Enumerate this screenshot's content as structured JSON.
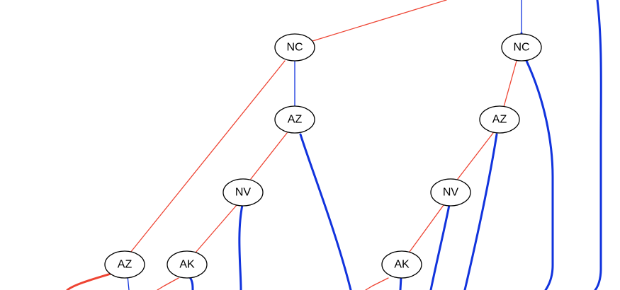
{
  "colors": {
    "red_edge": "#ee4433",
    "blue_edge": "#1133dd",
    "node_stroke": "#000000",
    "node_fill": "#ffffff"
  },
  "nodes": [
    {
      "id": "n1",
      "label": "NC"
    },
    {
      "id": "n2",
      "label": "NC"
    },
    {
      "id": "n3",
      "label": "AZ"
    },
    {
      "id": "n4",
      "label": "AZ"
    },
    {
      "id": "n5",
      "label": "NV"
    },
    {
      "id": "n6",
      "label": "NV"
    },
    {
      "id": "n7",
      "label": "AZ"
    },
    {
      "id": "n8",
      "label": "AK"
    },
    {
      "id": "n9",
      "label": "AK"
    }
  ],
  "edges": [
    {
      "id": "e1",
      "color": "red",
      "weight": "thin"
    },
    {
      "id": "e2",
      "color": "blue",
      "weight": "thin"
    },
    {
      "id": "e3",
      "color": "red",
      "weight": "thin"
    },
    {
      "id": "e4",
      "color": "blue",
      "weight": "thin"
    },
    {
      "id": "e5",
      "color": "red",
      "weight": "thin"
    },
    {
      "id": "e6",
      "color": "blue",
      "weight": "thick"
    },
    {
      "id": "e7",
      "color": "red",
      "weight": "thin"
    },
    {
      "id": "e8",
      "color": "blue",
      "weight": "thick"
    },
    {
      "id": "e9",
      "color": "red",
      "weight": "thin"
    },
    {
      "id": "e10",
      "color": "blue",
      "weight": "thick"
    },
    {
      "id": "e11",
      "color": "red",
      "weight": "thin"
    },
    {
      "id": "e12",
      "color": "blue",
      "weight": "thick"
    },
    {
      "id": "e13",
      "color": "blue",
      "weight": "thick"
    },
    {
      "id": "e14",
      "color": "red",
      "weight": "thin"
    },
    {
      "id": "e15",
      "color": "blue",
      "weight": "thick"
    },
    {
      "id": "e16",
      "color": "blue",
      "weight": "thick"
    },
    {
      "id": "e17",
      "color": "blue",
      "weight": "thick"
    },
    {
      "id": "e18",
      "color": "red",
      "weight": "thick"
    },
    {
      "id": "e19",
      "color": "blue",
      "weight": "thin"
    },
    {
      "id": "e20",
      "color": "red",
      "weight": "thin"
    },
    {
      "id": "e21",
      "color": "blue",
      "weight": "thick"
    },
    {
      "id": "e22",
      "color": "blue",
      "weight": "thick"
    },
    {
      "id": "e23",
      "color": "red",
      "weight": "thin"
    },
    {
      "id": "e24",
      "color": "blue",
      "weight": "thick"
    }
  ]
}
